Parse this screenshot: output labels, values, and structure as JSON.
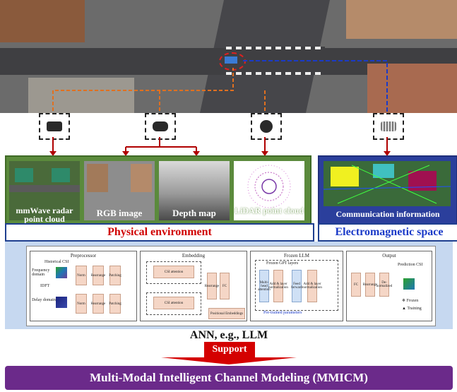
{
  "physical": {
    "thumbs": [
      {
        "label": "mmWave radar point cloud"
      },
      {
        "label": "RGB image"
      },
      {
        "label": "Depth map"
      },
      {
        "label": "LiDAR point cloud"
      }
    ],
    "title": "Physical environment"
  },
  "em": {
    "caption": "Communication information",
    "title": "Electromagnetic space"
  },
  "ann": {
    "preprocessor": {
      "title": "Preprocessor",
      "historical": "Historical CSI",
      "freq": "Frequency domain",
      "idft": "IDFT",
      "delay": "Delay domain",
      "norm": "Norm",
      "rearrange": "Rearrange",
      "patching": "Patching"
    },
    "embedding": {
      "title": "Embedding",
      "csi_attn": "CSI attention",
      "rearrange": "Rearrange",
      "fc": "FC",
      "pos": "Positional Embeddings"
    },
    "llm": {
      "title": "Frozen LLM",
      "gpt": "Frozen GPT layers",
      "mha": "Multi-head attention",
      "addnorm": "Add & layer normalization",
      "ff": "Feed forward",
      "pretrained": "Pre-trained parameters"
    },
    "output": {
      "title": "Output",
      "fc": "FC",
      "rearrange": "Rearrange",
      "denorm": "De-normalized",
      "pred": "Prediction CSI",
      "frozen": "Frozen",
      "training": "Training"
    },
    "label": "ANN, e.g., LLM"
  },
  "support": "Support",
  "mmicm": "Multi-Modal Intelligent Channel Modeling (MMICM)",
  "colors": {
    "green_panel": "#5b8a3c",
    "blue_panel": "#2b3f9c",
    "red_text": "#d00000",
    "blue_text": "#1a3ac8",
    "ann_bg": "#c6d8f0",
    "arrow": "#d40000",
    "mmicm_bg": "#6b2a8a"
  },
  "icons": [
    "radar-icon",
    "camera-icon",
    "lidar-icon",
    "antenna-array-icon"
  ]
}
